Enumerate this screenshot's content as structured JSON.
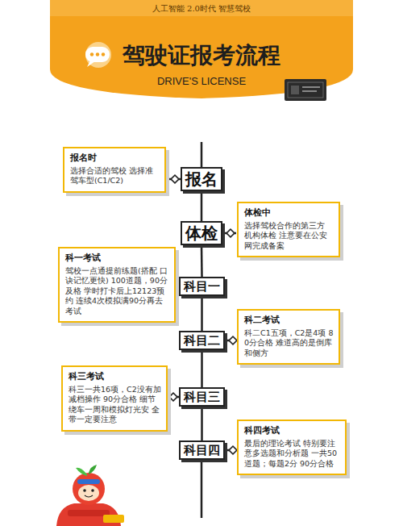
{
  "diagram": {
    "title": "驾驶证报考流程",
    "nodes": [
      {
        "text": [
          "报名时",
          "选择合适的驾校 选择准驾车型(C1/C2)"
        ]
      },
      {
        "text": [
          "报名"
        ]
      },
      {
        "text": [
          "体检中",
          "选择驾校合作的第三方 机构体检 注意要在公安网完成备案"
        ]
      },
      {
        "text": [
          "体检"
        ]
      },
      {
        "text": [
          "科一考试",
          "驾校一点通提前练题(搭配 口诀记忆更快) 100道题，90分及格 学时打卡后上12123预约 连续4次模拟满90分再去考试"
        ]
      },
      {
        "text": [
          "科目一"
        ]
      },
      {
        "text": [
          "科二考试",
          "科二C1五项，C2是4项 80分合格 难道高的是倒库和侧方"
        ]
      },
      {
        "text": [
          "科目二"
        ]
      },
      {
        "text": [
          "科三考试",
          "科三一共16项，C2没有加 减档操作 90分合格 细节绕车一周和模拟灯光安 全带一定要注意"
        ]
      },
      {
        "text": [
          "科目三"
        ]
      },
      {
        "text": [
          "科四考试",
          "最后的理论考试 特别要注意多选题和分析题 一共50道题；每题2分 90分合格"
        ]
      },
      {
        "text": [
          "科目四"
        ]
      }
    ],
    "edges": [
      {
        "from": 0,
        "to": 1,
        "arrow": "none"
      },
      {
        "from": 1,
        "to": 3,
        "arrow": "none"
      },
      {
        "from": 2,
        "to": 3,
        "arrow": "none"
      },
      {
        "from": 3,
        "to": 5,
        "arrow": "none"
      },
      {
        "from": 4,
        "to": 5,
        "arrow": "none"
      },
      {
        "from": 5,
        "to": 7,
        "arrow": "none"
      },
      {
        "from": 6,
        "to": 7,
        "arrow": "none"
      },
      {
        "from": 7,
        "to": 9,
        "arrow": "none"
      },
      {
        "from": 8,
        "to": 9,
        "arrow": "none"
      },
      {
        "from": 9,
        "to": 11,
        "arrow": "none"
      },
      {
        "from": 10,
        "to": 11,
        "arrow": "none"
      }
    ],
    "labels": [
      "人工智能 2.0时代 智慧驾校",
      "DRIVE'S LICENSE"
    ]
  }
}
